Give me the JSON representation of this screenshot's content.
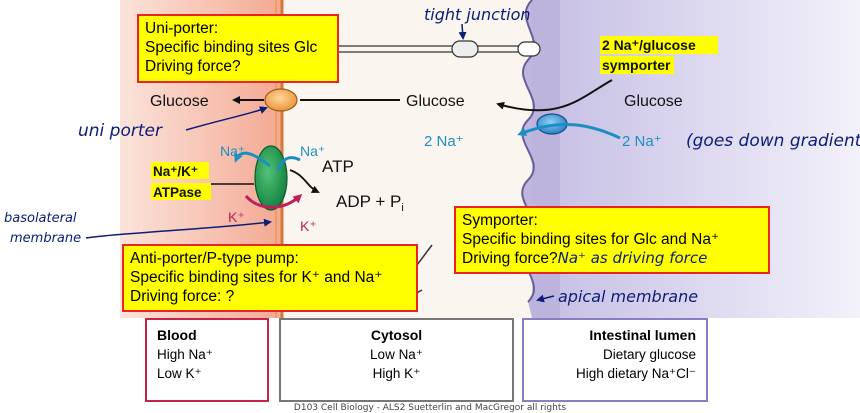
{
  "boxes": {
    "uniporter": [
      "Uni-porter:",
      "Specific binding sites Glc",
      "Driving force?"
    ],
    "antiporter": [
      "Anti-porter/P-type pump:",
      "Specific binding sites for  K⁺ and Na⁺",
      "Driving force: ?"
    ],
    "symporter": [
      "Symporter:",
      "Specific binding sites for Glc and Na⁺",
      "Driving force?"
    ]
  },
  "labels": {
    "glucose_left": "Glucose",
    "glucose_mid": "Glucose",
    "glucose_right": "Glucose",
    "na_blue_a": "Na⁺",
    "na_blue_b": "Na⁺",
    "two_na_left": "2 Na⁺",
    "two_na_right": "2 Na⁺",
    "atp": "ATP",
    "adp": "ADP + P",
    "adp_sub": "i",
    "k_left": "K⁺",
    "k_right": "K⁺",
    "nak_line1": "Na⁺/K⁺",
    "nak_line2": "ATPase",
    "symporter_line1": "2 Na⁺/glucose",
    "symporter_line2": "symporter"
  },
  "handwriting": {
    "tight_junction": "tight junction",
    "uniporter": "uni porter",
    "goes_down": "(goes down gradient)",
    "basolateral_1": "basolateral",
    "basolateral_2": "membrane",
    "na_driving": "Na⁺ as driving force",
    "apical": "apical membrane"
  },
  "panels": {
    "blood": {
      "title": "Blood",
      "line1": "High Na⁺",
      "line2": "Low K⁺"
    },
    "cytosol": {
      "title": "Cytosol",
      "line1": "Low Na⁺",
      "line2": "High K⁺"
    },
    "lumen": {
      "title": "Intestinal lumen",
      "line1": "Dietary glucose",
      "line2": "High dietary Na⁺Cl⁻"
    }
  },
  "footer": "D103 Cell Biology - ALS2 Suetterlin and MacGregor all rights",
  "colors": {
    "highlight": "#ffff00",
    "box_border": "#e8251f",
    "blood_border": "#c8244a",
    "lumen_border": "#8c7dc0",
    "na_arrow": "#1a8fc2",
    "k_arrow": "#c0205a",
    "ink": "#0b1d78"
  }
}
